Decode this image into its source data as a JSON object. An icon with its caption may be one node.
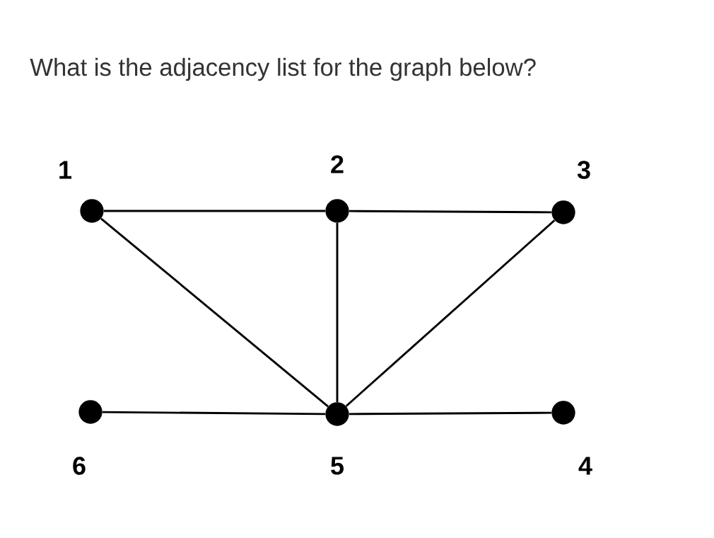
{
  "diagram": {
    "title": "What is the adjacency list for the graph below?",
    "nodes": [
      {
        "text": [],
        "shape": "circle",
        "beside": [
          "1"
        ]
      },
      {
        "text": [],
        "shape": "circle",
        "beside": [
          "2"
        ]
      },
      {
        "text": [],
        "shape": "circle",
        "beside": [
          "3"
        ]
      },
      {
        "text": [],
        "shape": "circle",
        "beside": [
          "6"
        ]
      },
      {
        "text": [],
        "shape": "circle",
        "beside": [
          "5"
        ]
      },
      {
        "text": [],
        "shape": "circle",
        "beside": [
          "4"
        ]
      }
    ],
    "edges": [
      {
        "from": 0,
        "to": 1,
        "arrow": "none"
      },
      {
        "from": 1,
        "to": 2,
        "arrow": "none"
      },
      {
        "from": 0,
        "to": 4,
        "arrow": "none"
      },
      {
        "from": 1,
        "to": 4,
        "arrow": "none"
      },
      {
        "from": 2,
        "to": 4,
        "arrow": "none"
      },
      {
        "from": 3,
        "to": 4,
        "arrow": "none"
      },
      {
        "from": 4,
        "to": 5,
        "arrow": "none"
      }
    ]
  }
}
